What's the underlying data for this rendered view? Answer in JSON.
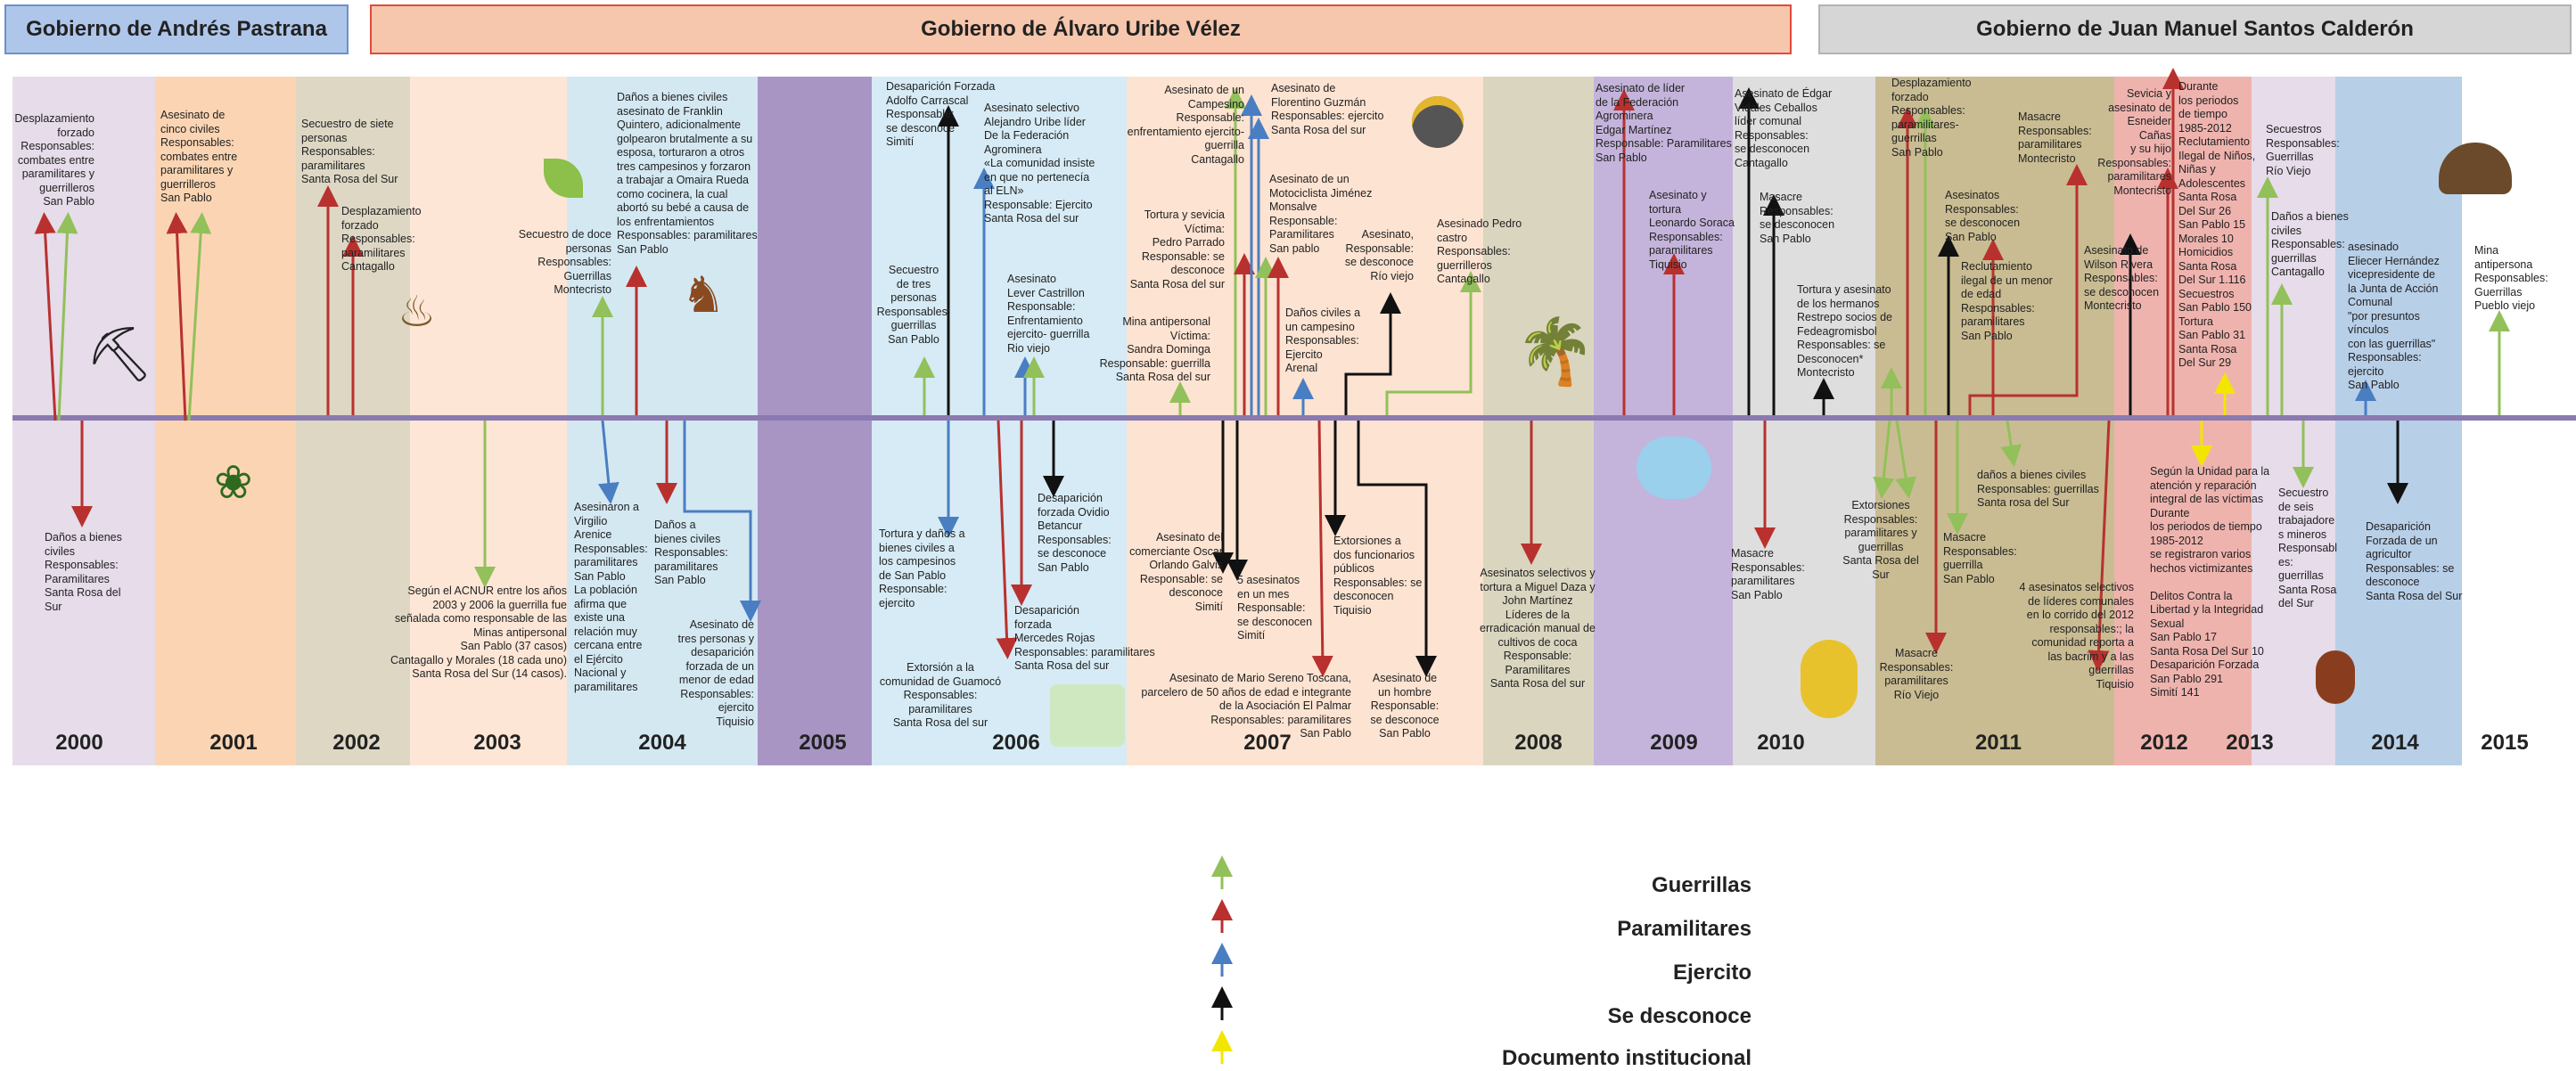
{
  "governments": [
    {
      "label": "Gobierno de Andrés Pastrana"
    },
    {
      "label": "Gobierno de Álvaro Uribe Vélez"
    },
    {
      "label": "Gobierno de Juan Manuel Santos Calderón"
    }
  ],
  "years": [
    "2000",
    "2001",
    "2002",
    "2003",
    "2004",
    "2005",
    "2006",
    "2007",
    "2008",
    "2009",
    "2010",
    "2011",
    "2012",
    "2013",
    "2014",
    "2015"
  ],
  "events": {
    "e1": "Desplazamiento\nforzado\nResponsables:\ncombates entre\nparamilitares y\nguerrilleros\nSan Pablo",
    "e2": "Daños a bienes\nciviles\nResponsables:\nParamilitares\nSanta Rosa del\nSur",
    "e3": "Asesinato de\ncinco civiles\nResponsables:\ncombates entre\nparamilitares y\nguerrilleros\nSan Pablo",
    "e4": "Secuestro de siete\npersonas\nResponsables:\nparamilitares\nSanta Rosa del Sur",
    "e5": "Desplazamiento\nforzado\nResponsables:\nparamilitares\nCantagallo",
    "e6": "Según el ACNUR entre los años\n2003 y 2006 la guerrilla fue\nseñalada como responsable de las\nMinas antipersonal\nSan Pablo (37 casos)\nCantagallo y Morales (18 cada uno)\nSanta Rosa del Sur (14 casos).",
    "e7": "Secuestro de doce\npersonas\nResponsables:\nGuerrillas\nMontecristo",
    "e8": "Daños a bienes civiles\nasesinato de  Franklin\nQuintero, adicionalmente\ngolpearon brutalmente a su\nesposa, torturaron a otros\ntres campesinos y forzaron\na trabajar a Omaira Rueda\ncomo cocinera, la cual\nabortó su bebé a causa de\nlos enfrentamientos\nResponsables: paramilitares\nSan Pablo",
    "e9": "Asesinaron a\nVirgilio\nArenice\nResponsables:\nparamilitares\nSan Pablo\nLa población\nafirma que\nexiste una\nrelación muy\ncercana entre\nel Ejército\nNacional y\nparamilitares",
    "e10": "Daños a\nbienes civiles\nResponsables:\nparamilitares\nSan Pablo",
    "e11": "Asesinato de\ntres personas y\ndesaparición\nforzada de un\nmenor de edad\nResponsables:\nejercito\nTiquisio",
    "e12": "Desaparición Forzada\nAdolfo Carrascal\nResponsable:\nse desconoce\nSimití",
    "e13": "Secuestro\nde tres\npersonas\nResponsables:\nguerrillas\nSan Pablo",
    "e14": "Asesinato selectivo\nAlejandro Uribe líder\nDe la  Federación\nAgrominera\n«La comunidad insiste\nen que no pertenecía\nal ELN»\nResponsable: Ejercito\nSanta Rosa del sur",
    "e15": "Asesinato\nLever Castrillon\nResponsable:\nEnfrentamiento\nejercito- guerrilla\nRio viejo",
    "e16": "Tortura y daños a\nbienes civiles a\nlos campesinos\nde San Pablo\nResponsable:\nejercito",
    "e17": "Extorsión a la\ncomunidad de Guamocó\nResponsables:\nparamilitares\nSanta Rosa del sur",
    "e18": "Desaparición\nforzada Ovidio\nBetancur\nResponsables:\nse desconoce\nSan Pablo",
    "e19": "Desaparición\nforzada\nMercedes Rojas\nResponsables: paramilitares\nSanta Rosa del sur",
    "e20": "Asesinato de un\nCampesino\nResponsable:\nenfrentamiento ejercito-\nguerrilla\nCantagallo",
    "e21": "Asesinato de\nFlorentino Guzmán\nResponsables: ejercito\nSanta Rosa del sur",
    "e22": "Tortura y sevicia\nVíctima:\nPedro Parrado\nResponsable: se desconoce\nSanta Rosa del sur",
    "e23": "Asesinato de un\nMotociclista Jiménez\nMonsalve\nResponsable:\nParamilitares\nSan pablo",
    "e24": "Asesinato,\nResponsable:\nse desconoce\nRío viejo",
    "e25": "Asesinado Pedro\ncastro\nResponsables:\nguerrilleros\nCantagallo",
    "e26": "Mina antipersonal\nVíctima:\nSandra Dominga\nResponsable: guerrilla\nSanta Rosa del sur",
    "e27": "Daños civiles a\nun campesino\nResponsables:\nEjercito\nArenal",
    "e28": "Asesinato del\ncomerciante Oscar\nOrlando Galvis\nResponsable: se\ndesconoce\nSimití",
    "e29": "5 asesinatos\nen un mes\nResponsable:\nse desconocen\nSimití",
    "e30": "Extorsiones  a\ndos funcionarios\npúblicos\nResponsables: se\ndesconocen\nTiquisio",
    "e31": "Asesinato de Mario Sereno Toscana,\nparcelero de 50 años de edad e integrante\nde la Asociación El Palmar\nResponsables: paramilitares\nSan Pablo",
    "e32": "Asesinato de\nun hombre\nResponsable:\nse desconoce\nSan Pablo",
    "e33": "Asesinatos selectivos  y\ntortura  a Miguel Daza y\nJohn  Martínez\nLíderes  de la\nerradicación manual de\ncultivos de coca\nResponsable:\nParamilitares\nSanta Rosa del sur",
    "e34": "Asesinato de líder\nde la Federación\nAgrominera\nEdgar Martínez\nResponsable: Paramilitares\nSan Pablo",
    "e35": "Asesinato y tortura\nLeonardo Soraca\nResponsables:\nparamilitares\nTiquisio",
    "e36": "Asesinato de Édgar\nVidales Ceballos\nlíder comunal\nResponsables:\nse desconocen\nCantagallo",
    "e37": "Masacre\nResponsables:\nse desconocen\nSan Pablo",
    "e38": "Tortura y asesinato\nde los hermanos\nRestrepo socios de\nFedeagromisbol\nResponsables: se\nDesconocen*\nMontecristo",
    "e39": "Masacre\nResponsables:\nparamilitares\nSan Pablo",
    "e40": "Desplazamiento\nforzado\nResponsables:\nparamilitares-\nguerrillas\nSan Pablo",
    "e41": "Masacre\nResponsables:\nparamilitares\nMontecristo",
    "e42": "Asesinatos\nResponsables:\nse desconocen\nSan Pablo",
    "e43": "Reclutamiento\nilegal de un menor\nde edad\nResponsables:\nparamilitares\nSan Pablo",
    "e44": "Asesinato de\nWilson Rivera\nResponsables:\nse desconocen\nMontecristo",
    "e45": "Extorsiones\nResponsables:\nparamilitares y\nguerrillas\nSanta Rosa del\nSur",
    "e46": "Masacre\nResponsables:\nguerrilla\nSan Pablo",
    "e47": "daños a bienes civiles\nResponsables: guerrillas\nSanta rosa del Sur",
    "e48": "Masacre\nResponsables:\nparamilitares\nRío Viejo",
    "e49": "4 asesinatos selectivos\nde líderes comunales\nen lo corrido del 2012\nresponsables:; la\ncomunidad reporta a\nlas bacrim y a las\nguerrillas\nTiquisio",
    "e50": "Sevicia y\nasesinato de\nEsneider Cañas\ny su hijo\nResponsables:\nparamilitares\nMontecristo",
    "e51": "Durante\nlos periodos\nde tiempo\n1985-2012\nReclutamiento\nIlegal de Niños,\nNiñas y\nAdolescentes\nSanta Rosa\nDel Sur 26\nSan Pablo 15\nMorales 10\nHomicidios\nSanta Rosa\nDel Sur 1.116\nSecuestros\nSan Pablo 150\nTortura\nSan Pablo 31\nSanta Rosa\nDel Sur 29",
    "e52": "Según la Unidad para la\natención y reparación\nintegral de las  víctimas\nDurante\nlos periodos de tiempo\n1985-2012\nse registraron varios\nhechos  victimizantes\n\nDelitos Contra la\nLibertad y la Integridad\nSexual\nSan Pablo 17\nSanta Rosa Del Sur 10\nDesaparición Forzada\nSan Pablo 291\nSimití 141",
    "e53": "Secuestros\nResponsables:\nGuerrillas\nRío Viejo",
    "e54": "Daños a bienes\nciviles\nResponsables:\nguerrillas\nCantagallo",
    "e55": "Secuestro\nde seis\ntrabajadore\ns mineros\nResponsabl\nes:\nguerrillas\nSanta Rosa\ndel Sur",
    "e56": "asesinado\nEliecer Hernández\nvicepresidente de\nla Junta de Acción\nComunal\n\"por presuntos vínculos\ncon las guerrillas\"\nResponsables:\nejercito\nSan Pablo",
    "e57": "Desaparición\nForzada de un\nagricultor\nResponsables: se\ndesconoce\nSanta Rosa del Sur",
    "e58": "Mina\nantipersona\nResponsables:\nGuerrillas\nPueblo viejo"
  },
  "legend": [
    {
      "label": "Guerrillas",
      "color": "#92c05a"
    },
    {
      "label": "Paramilitares",
      "color": "#b8312f"
    },
    {
      "label": "Ejercito",
      "color": "#4a7ec2"
    },
    {
      "label": "Se desconoce",
      "color": "#111111"
    },
    {
      "label": "Documento institucional",
      "color": "#f2e600"
    }
  ],
  "colors": {
    "guerrilla": "#92c05a",
    "paramilitar": "#b8312f",
    "ejercito": "#4a7ec2",
    "desconoce": "#111111",
    "institucional": "#f2e600",
    "axis": "#8a7ab0"
  }
}
